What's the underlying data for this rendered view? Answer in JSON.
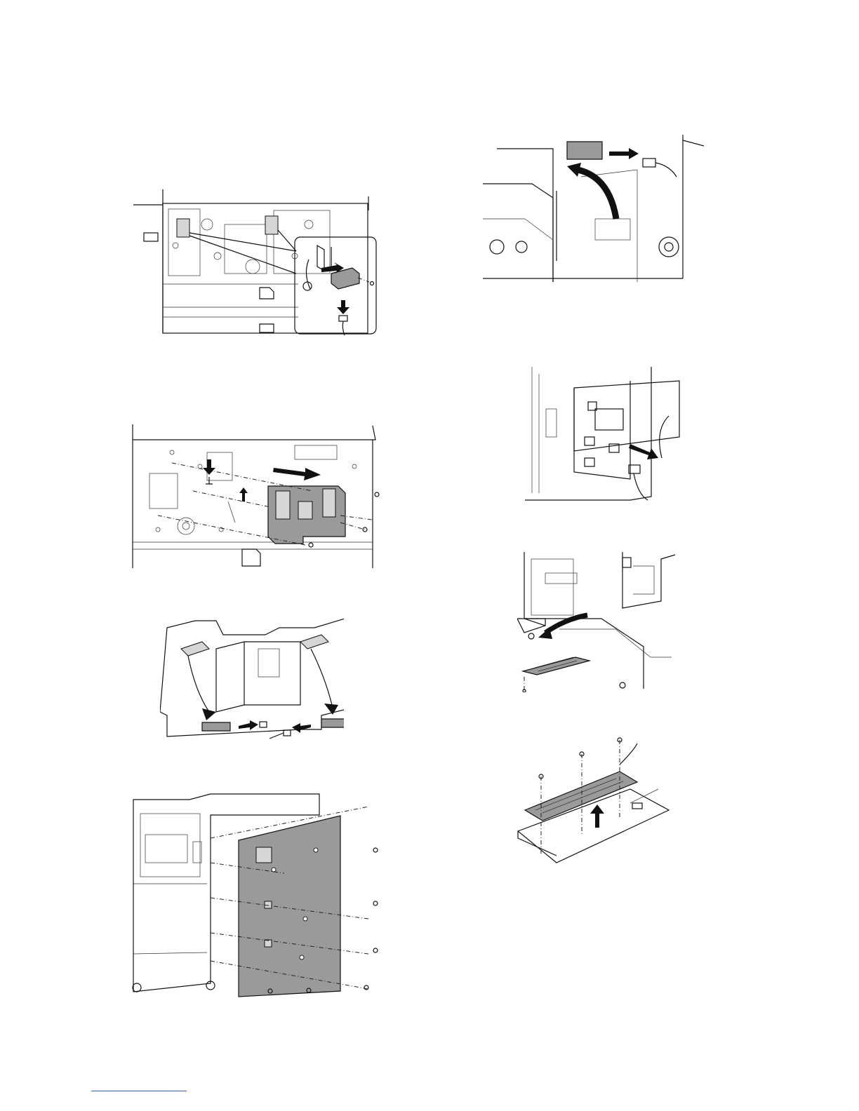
{
  "page": {
    "figures": [
      {
        "id": "fig-1",
        "icon": "sensor-removal-illustration"
      },
      {
        "id": "fig-2",
        "icon": "bracket-removal-illustration"
      },
      {
        "id": "fig-3",
        "icon": "sensor-detach-illustration"
      },
      {
        "id": "fig-4",
        "icon": "side-panel-removal-illustration"
      },
      {
        "id": "fig-5",
        "icon": "sensor-lift-illustration"
      },
      {
        "id": "fig-6",
        "icon": "pwb-connector-illustration"
      },
      {
        "id": "fig-7",
        "icon": "heater-tray-illustration"
      },
      {
        "id": "fig-8",
        "icon": "heater-plate-illustration"
      }
    ],
    "accent_color": "#2d5fc8"
  }
}
